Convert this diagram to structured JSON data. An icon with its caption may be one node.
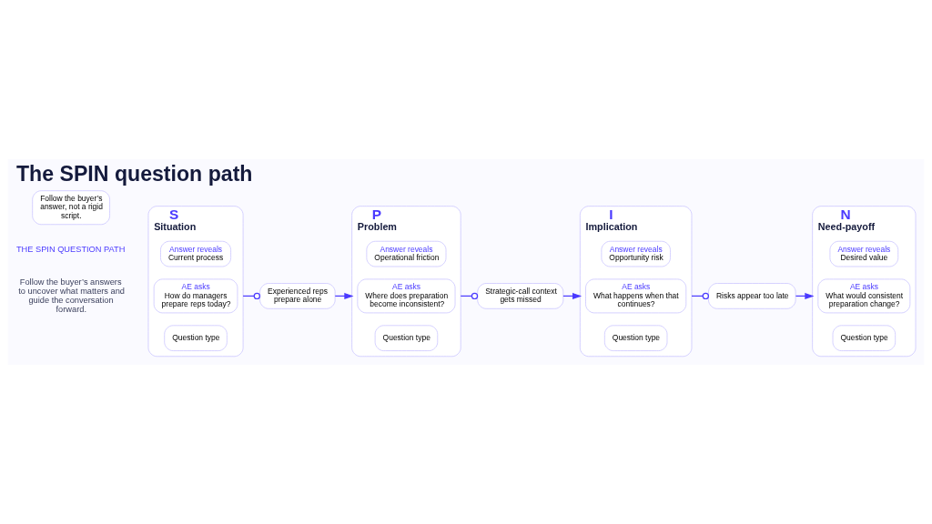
{
  "diagram": {
    "title": "The SPIN question path",
    "nodes": [
      {
        "text": [
          "S",
          "Situation"
        ]
      },
      {
        "text": [
          "Question type"
        ],
        "in": 0
      },
      {
        "text": [
          "AE asks",
          "How do managers prepare reps today?"
        ],
        "in": 0
      },
      {
        "text": [
          "Answer reveals",
          "Current process"
        ],
        "in": 0
      },
      {
        "text": [
          "Experienced reps prepare alone"
        ]
      },
      {
        "text": [
          "P",
          "Problem"
        ]
      },
      {
        "text": [
          "Question type"
        ],
        "in": 5
      },
      {
        "text": [
          "AE asks",
          "Where does preparation become inconsistent?"
        ],
        "in": 5
      },
      {
        "text": [
          "Answer reveals",
          "Operational friction"
        ],
        "in": 5
      },
      {
        "text": [
          "Strategic-call context gets missed"
        ]
      },
      {
        "text": [
          "I",
          "Implication"
        ]
      },
      {
        "text": [
          "Question type"
        ],
        "in": 10
      },
      {
        "text": [
          "AE asks",
          "What happens when that continues?"
        ],
        "in": 10
      },
      {
        "text": [
          "Answer reveals",
          "Opportunity risk"
        ],
        "in": 10
      },
      {
        "text": [
          "Risks appear too late"
        ]
      },
      {
        "text": [
          "N",
          "Need-payoff"
        ]
      },
      {
        "text": [
          "Question type"
        ],
        "in": 15
      },
      {
        "text": [
          "AE asks",
          "What would consistent preparation change?"
        ],
        "in": 15
      },
      {
        "text": [
          "Answer reveals",
          "Desired value"
        ],
        "in": 15
      },
      {
        "text": [
          "Follow the buyer’s answer, not a rigid script."
        ]
      }
    ],
    "edges": [
      {
        "from": 0,
        "to": 4,
        "arrow": "other"
      },
      {
        "from": 4,
        "to": 5,
        "arrow": "to"
      },
      {
        "from": 5,
        "to": 9,
        "arrow": "other"
      },
      {
        "from": 9,
        "to": 10,
        "arrow": "to"
      },
      {
        "from": 10,
        "to": 14,
        "arrow": "other"
      },
      {
        "from": 14,
        "to": 15,
        "arrow": "to"
      }
    ],
    "labels": [
      "THE SPIN QUESTION PATH",
      "Follow the buyer’s answers to uncover what matters and guide the conversation forward."
    ]
  }
}
